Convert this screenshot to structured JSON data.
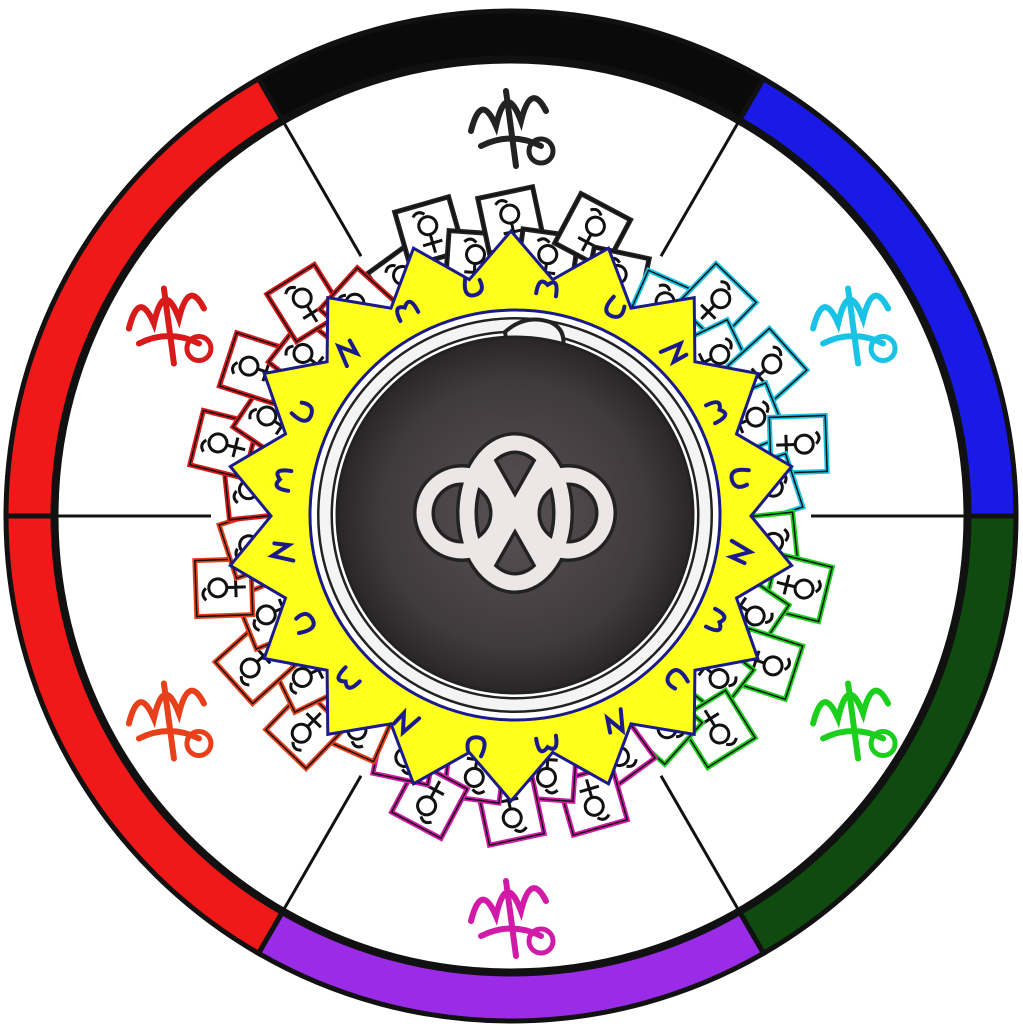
{
  "rim_segments": [
    {
      "name": "top",
      "color": "#0a0a0a"
    },
    {
      "name": "upper-right",
      "color": "#1a1ae6"
    },
    {
      "name": "lower-right",
      "color": "#0f4a0f"
    },
    {
      "name": "bottom",
      "color": "#9a2be6"
    },
    {
      "name": "lower-left",
      "color": "#f01818"
    },
    {
      "name": "upper-left",
      "color": "#f01818"
    }
  ],
  "sectors": [
    {
      "name": "top",
      "color": "#222222"
    },
    {
      "name": "upper-right",
      "color": "#19c3e6"
    },
    {
      "name": "lower-right",
      "color": "#1ccf1c"
    },
    {
      "name": "bottom",
      "color": "#d21aa8"
    },
    {
      "name": "lower-left",
      "color": "#e8401a"
    },
    {
      "name": "upper-left",
      "color": "#d81a1a"
    }
  ],
  "colors": {
    "sun_fill": "#ffff1e",
    "sun_outline": "#1a1a8a",
    "glyph_ink": "#1a1a8a",
    "center_disc": "#4a4446",
    "serpent": "#f2f2f2",
    "knot": "#ece6e6",
    "divider": "#111111"
  },
  "icons": [
    "sigil-wheel",
    "sun-star",
    "ouroboros-serpent",
    "infinity-knot",
    "sigil-card",
    "sector-sigil"
  ]
}
